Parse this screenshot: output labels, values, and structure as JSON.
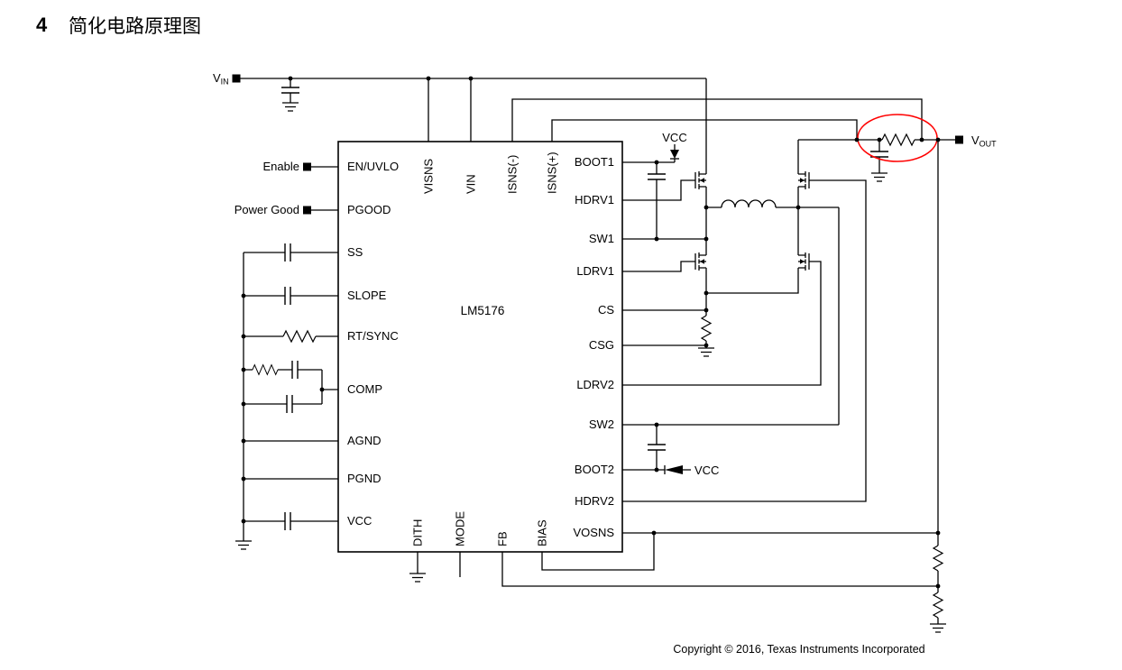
{
  "title": {
    "section_number": "4",
    "section_title": "简化电路原理图"
  },
  "ic": {
    "name": "LM5176",
    "left_pins": [
      "EN/UVLO",
      "PGOOD",
      "SS",
      "SLOPE",
      "RT/SYNC",
      "COMP",
      "AGND",
      "PGND",
      "VCC"
    ],
    "top_pins": [
      "VISNS",
      "VIN",
      "ISNS(-)",
      "ISNS(+)"
    ],
    "right_pins": [
      "BOOT1",
      "HDRV1",
      "SW1",
      "LDRV1",
      "CS",
      "CSG",
      "LDRV2",
      "SW2",
      "BOOT2",
      "HDRV2",
      "VOSNS"
    ],
    "bottom_pins": [
      "DITH",
      "MODE",
      "FB",
      "BIAS"
    ]
  },
  "labels": {
    "vin_main": "V",
    "vin_sub": "IN",
    "vout_main": "V",
    "vout_sub": "OUT",
    "enable": "Enable",
    "power_good": "Power Good",
    "vcc_boot1": "VCC",
    "vcc_boot2": "VCC"
  },
  "footer": {
    "copyright": "Copyright © 2016, Texas Instruments Incorporated"
  },
  "colors": {
    "highlight": "#ff0000",
    "wire": "#000000"
  }
}
